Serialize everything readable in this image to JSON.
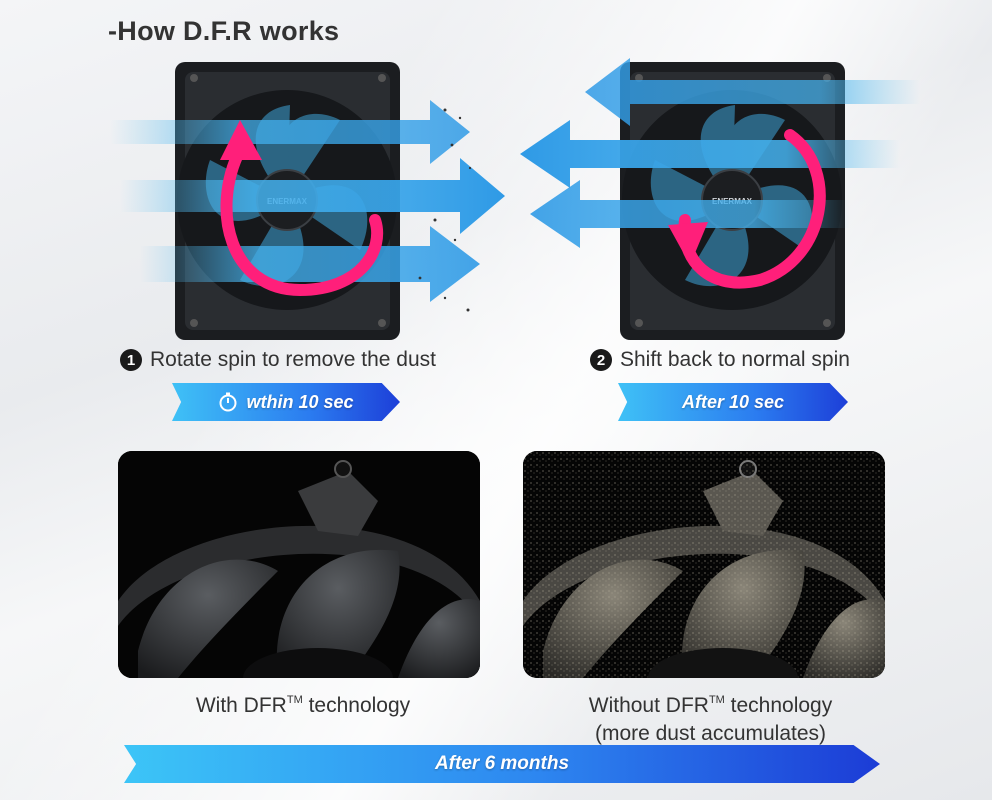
{
  "header": {
    "title": "-How D.F.R works"
  },
  "steps": [
    {
      "number": "1",
      "caption": "Rotate spin to remove the dust",
      "badge": "wthin 10 sec",
      "badge_icon": "stopwatch-icon"
    },
    {
      "number": "2",
      "caption": "Shift back to normal spin",
      "badge": "After 10 sec"
    }
  ],
  "fan_logo": "ENERMAX",
  "comparison": {
    "left_caption_pre": "With DFR",
    "left_caption_tm": "TM",
    "left_caption_post": " technology",
    "right_caption_pre": "Without DFR",
    "right_caption_tm": "TM",
    "right_caption_post": " technology",
    "right_caption_line2": "(more dust accumulates)",
    "footer_badge": "After 6 months"
  },
  "colors": {
    "accent_blue": "#2b7cf0",
    "arrow_blue": "#39a8e8",
    "rotation_arrow": "#ff1f7a",
    "text": "#333333"
  }
}
